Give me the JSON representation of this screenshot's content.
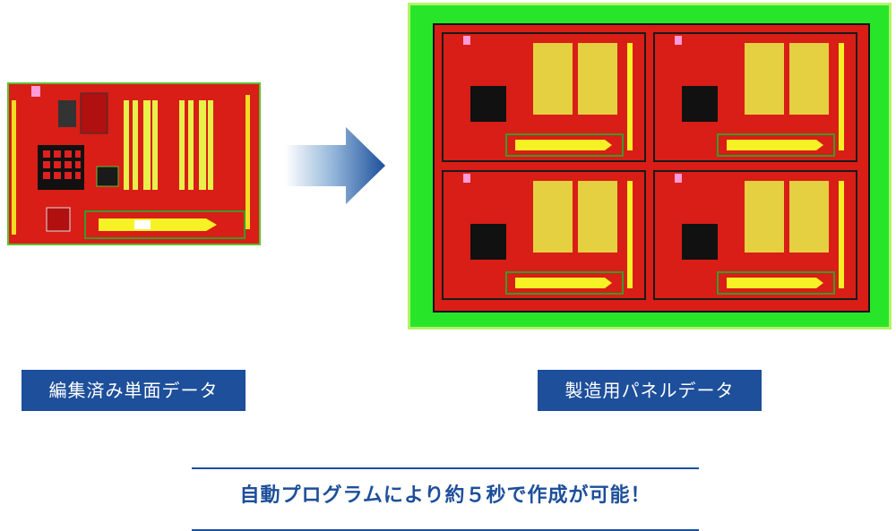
{
  "labels": {
    "single": "編集済み単面データ",
    "panel": "製造用パネルデータ"
  },
  "caption": "自動プログラムにより約５秒で作成が可能！",
  "colors": {
    "pcb_red": "#d81e16",
    "pcb_yellow": "#f7f225",
    "panel_green": "#27e62a",
    "label_blue": "#1d4f9a"
  }
}
